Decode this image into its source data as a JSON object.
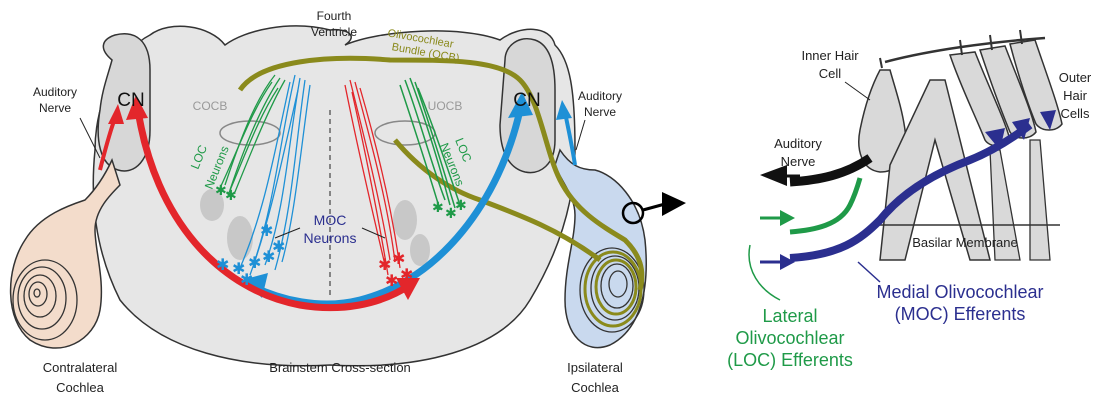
{
  "labels": {
    "fourth_ventricle_1": "Fourth",
    "fourth_ventricle_2": "Ventricle",
    "ocb_1": "Olivocochlear",
    "ocb_2": "Bundle (OCB)",
    "cn_left": "CN",
    "cn_right": "CN",
    "auditory_nerve_left_1": "Auditory",
    "auditory_nerve_left_2": "Nerve",
    "auditory_nerve_right_1": "Auditory",
    "auditory_nerve_right_2": "Nerve",
    "cocb": "COCB",
    "uocb": "UOCB",
    "loc_neurons_left_1": "LOC",
    "loc_neurons_left_2": "Neurons",
    "loc_neurons_right_1": "LOC",
    "loc_neurons_right_2": "Neurons",
    "moc_neurons_1": "MOC",
    "moc_neurons_2": "Neurons",
    "contralateral_1": "Contralateral",
    "contralateral_2": "Cochlea",
    "brainstem": "Brainstem Cross-section",
    "ipsilateral_1": "Ipsilateral",
    "ipsilateral_2": "Cochlea",
    "inner_hair_1": "Inner Hair",
    "inner_hair_2": "Cell",
    "outer_hair_1": "Outer",
    "outer_hair_2": "Hair",
    "outer_hair_3": "Cells",
    "auditory_nerve_detail_1": "Auditory",
    "auditory_nerve_detail_2": "Nerve",
    "basilar_membrane": "Basilar Membrane",
    "moc_efferents_1": "Medial Olivocochlear",
    "moc_efferents_2": "(MOC) Efferents",
    "loc_efferents_1": "Lateral",
    "loc_efferents_2": "Olivocochlear",
    "loc_efferents_3": "(LOC) Efferents"
  },
  "colors": {
    "red": "#e3262b",
    "blue": "#1e90d6",
    "green": "#1f9a48",
    "olive": "#8a8a1c",
    "navy": "#2b2f8f",
    "grey_fill": "#e4e4e4",
    "outline": "#333333",
    "cochlea_left": "#f3dccb",
    "cochlea_right": "#c9d9ee"
  }
}
